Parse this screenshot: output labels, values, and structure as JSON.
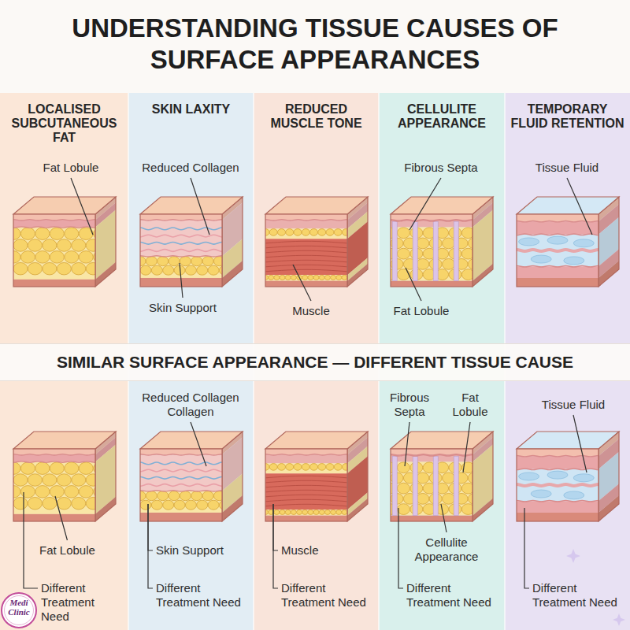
{
  "diagram": {
    "title": "UNDERSTANDING TISSUE CAUSES OF SURFACE APPEARANCES",
    "nodes": [
      {
        "text": [
          "LOCALISED SUBCUTANEOUS FAT"
        ]
      },
      {
        "text": [
          "SKIN LAXITY"
        ]
      },
      {
        "text": [
          "REDUCED MUSCLE TONE"
        ]
      },
      {
        "text": [
          "CELLULITE APPEARANCE"
        ]
      },
      {
        "text": [
          "TEMPORARY FLUID RETENTION"
        ]
      },
      {
        "text": [
          "SIMILAR SURFACE APPEARANCE — DIFFERENT TISSUE CAUSE"
        ]
      }
    ],
    "labels": [
      "Fat Lobule",
      "Reduced Collagen",
      "Skin Support",
      "Muscle",
      "Fibrous Septa",
      "Fat Lobule",
      "Tissue Fluid",
      "Fat Lobule",
      "Different Treatment Need",
      "Reduced Collagen Collagen",
      "Skin Support",
      "Different Treatment Need",
      "Muscle",
      "Different Treatment Need",
      "Fibrous Septa",
      "Fat Lobule",
      "Cellulite Appearance",
      "Different Treatment Need",
      "Tissue Fluid",
      "Different Treatment Need",
      "Medi Clinic"
    ]
  }
}
